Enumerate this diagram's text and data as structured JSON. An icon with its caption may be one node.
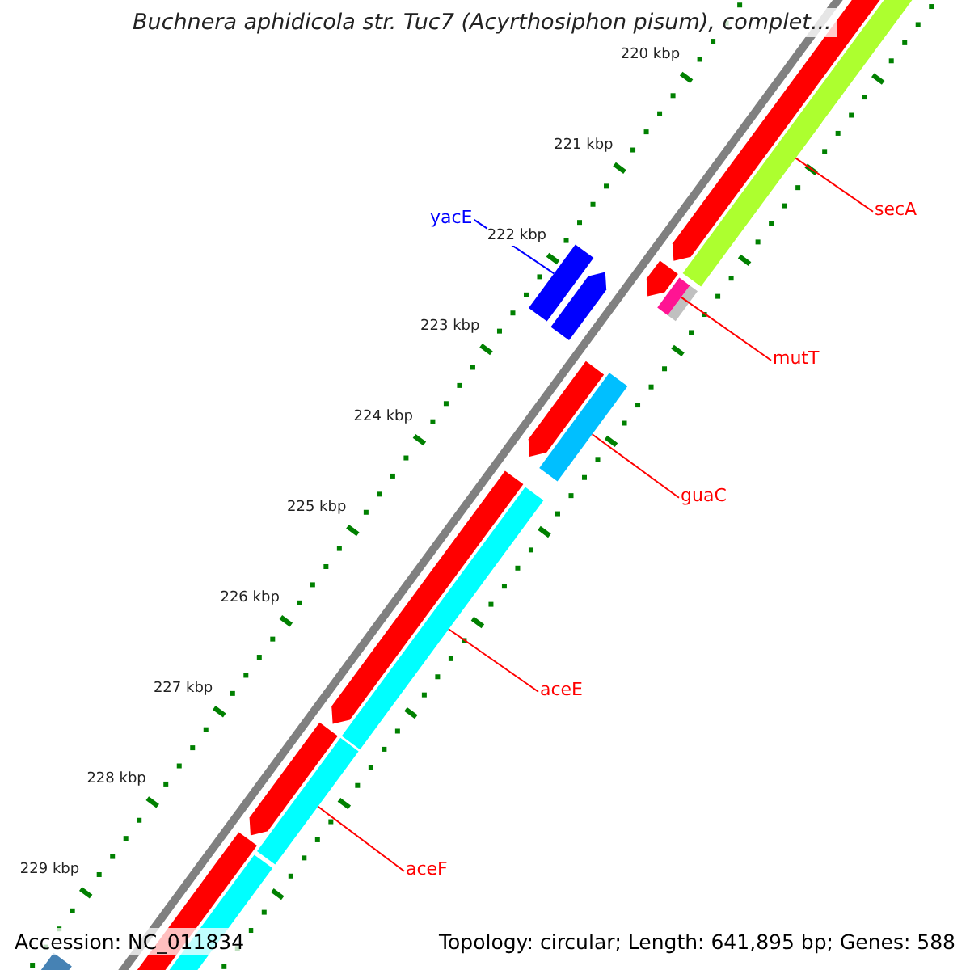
{
  "diagram": {
    "title": "Buchnera aphidicola str. Tuc7 (Acyrthosiphon pisum), complet...",
    "nodes": [
      {
        "text": [
          "yacE"
        ]
      },
      {
        "text": [],
        "shape": "bar"
      },
      {
        "text": [
          "secA"
        ]
      },
      {
        "text": [],
        "shape": "bar"
      },
      {
        "text": [
          "mutT"
        ]
      },
      {
        "text": [],
        "shape": "bar"
      },
      {
        "text": [
          "guaC"
        ]
      },
      {
        "text": [],
        "shape": "bar"
      },
      {
        "text": [
          "aceE"
        ]
      },
      {
        "text": [],
        "shape": "bar"
      },
      {
        "text": [
          "aceF"
        ]
      },
      {
        "text": [],
        "shape": "bar"
      }
    ],
    "edges": [
      {
        "from": 0,
        "to": 1,
        "arrow": "none",
        "color": "#0000ff"
      },
      {
        "from": 2,
        "to": 3,
        "arrow": "none"
      },
      {
        "from": 4,
        "to": 5,
        "arrow": "none"
      },
      {
        "from": 6,
        "to": 7,
        "arrow": "none"
      },
      {
        "from": 8,
        "to": 9,
        "arrow": "none"
      },
      {
        "from": 10,
        "to": 11,
        "arrow": "none"
      }
    ],
    "labels": [
      "220 kbp",
      "221 kbp",
      "222 kbp",
      "223 kbp",
      "224 kbp",
      "225 kbp",
      "226 kbp",
      "227 kbp",
      "228 kbp",
      "229 kbp",
      "Accession: NC_011834",
      "Topology: circular; Length: 641,895 bp; Genes: 588"
    ]
  }
}
